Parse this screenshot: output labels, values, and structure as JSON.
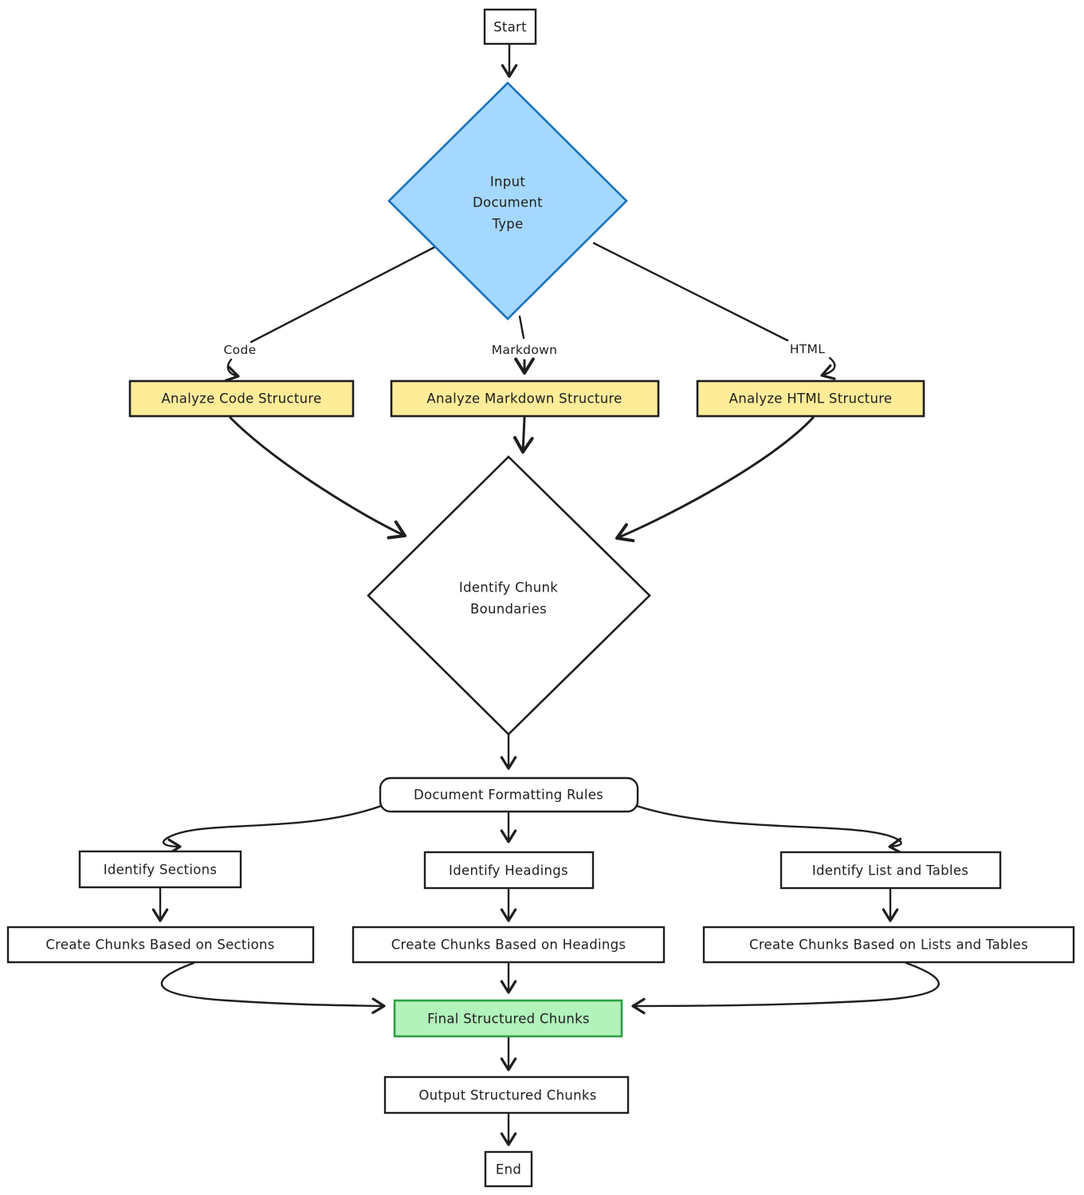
{
  "nodes": {
    "start": {
      "label": "Start",
      "type": "terminator"
    },
    "input_document_type": {
      "lines": [
        "Input",
        "Document",
        "Type"
      ],
      "type": "decision"
    },
    "analyze_code": {
      "label": "Analyze Code Structure",
      "type": "process"
    },
    "analyze_markdown": {
      "label": "Analyze Markdown Structure",
      "type": "process"
    },
    "analyze_html": {
      "label": "Analyze HTML Structure",
      "type": "process"
    },
    "identify_chunk_boundaries": {
      "lines": [
        "Identify Chunk",
        "Boundaries"
      ],
      "type": "decision"
    },
    "document_formatting_rules": {
      "label": "Document Formatting Rules",
      "type": "rounded"
    },
    "identify_sections": {
      "label": "Identify Sections",
      "type": "process"
    },
    "identify_headings": {
      "label": "Identify Headings",
      "type": "process"
    },
    "identify_list_tables": {
      "label": "Identify List and Tables",
      "type": "process"
    },
    "create_chunks_sections": {
      "label": "Create Chunks Based on Sections",
      "type": "process"
    },
    "create_chunks_headings": {
      "label": "Create Chunks Based on Headings",
      "type": "process"
    },
    "create_chunks_lists_tables": {
      "label": "Create Chunks Based on Lists and Tables",
      "type": "process"
    },
    "final_structured_chunks": {
      "label": "Final Structured Chunks",
      "type": "result"
    },
    "output_structured_chunks": {
      "label": "Output Structured Chunks",
      "type": "process"
    },
    "end": {
      "label": "End",
      "type": "terminator"
    }
  },
  "edges": [
    {
      "from": "start",
      "to": "input_document_type",
      "label": ""
    },
    {
      "from": "input_document_type",
      "to": "analyze_code",
      "label": "Code"
    },
    {
      "from": "input_document_type",
      "to": "analyze_markdown",
      "label": "Markdown"
    },
    {
      "from": "input_document_type",
      "to": "analyze_html",
      "label": "HTML"
    },
    {
      "from": "analyze_code",
      "to": "identify_chunk_boundaries",
      "label": ""
    },
    {
      "from": "analyze_markdown",
      "to": "identify_chunk_boundaries",
      "label": ""
    },
    {
      "from": "analyze_html",
      "to": "identify_chunk_boundaries",
      "label": ""
    },
    {
      "from": "identify_chunk_boundaries",
      "to": "document_formatting_rules",
      "label": ""
    },
    {
      "from": "document_formatting_rules",
      "to": "identify_sections",
      "label": ""
    },
    {
      "from": "document_formatting_rules",
      "to": "identify_headings",
      "label": ""
    },
    {
      "from": "document_formatting_rules",
      "to": "identify_list_tables",
      "label": ""
    },
    {
      "from": "identify_sections",
      "to": "create_chunks_sections",
      "label": ""
    },
    {
      "from": "identify_headings",
      "to": "create_chunks_headings",
      "label": ""
    },
    {
      "from": "identify_list_tables",
      "to": "create_chunks_lists_tables",
      "label": ""
    },
    {
      "from": "create_chunks_sections",
      "to": "final_structured_chunks",
      "label": ""
    },
    {
      "from": "create_chunks_headings",
      "to": "final_structured_chunks",
      "label": ""
    },
    {
      "from": "create_chunks_lists_tables",
      "to": "final_structured_chunks",
      "label": ""
    },
    {
      "from": "final_structured_chunks",
      "to": "output_structured_chunks",
      "label": ""
    },
    {
      "from": "output_structured_chunks",
      "to": "end",
      "label": ""
    }
  ],
  "colors": {
    "background": "#ffffff",
    "stroke_default": "#1e1e1e",
    "decision_fill": "#a5d8ff",
    "decision_stroke": "#1971c2",
    "decision_text": "#1971c2",
    "process_fill": "#ffec99",
    "plain_fill": "#ffffff",
    "final_fill": "#b2f2bb",
    "final_stroke": "#2f9e44",
    "final_text": "#2f9e44"
  }
}
